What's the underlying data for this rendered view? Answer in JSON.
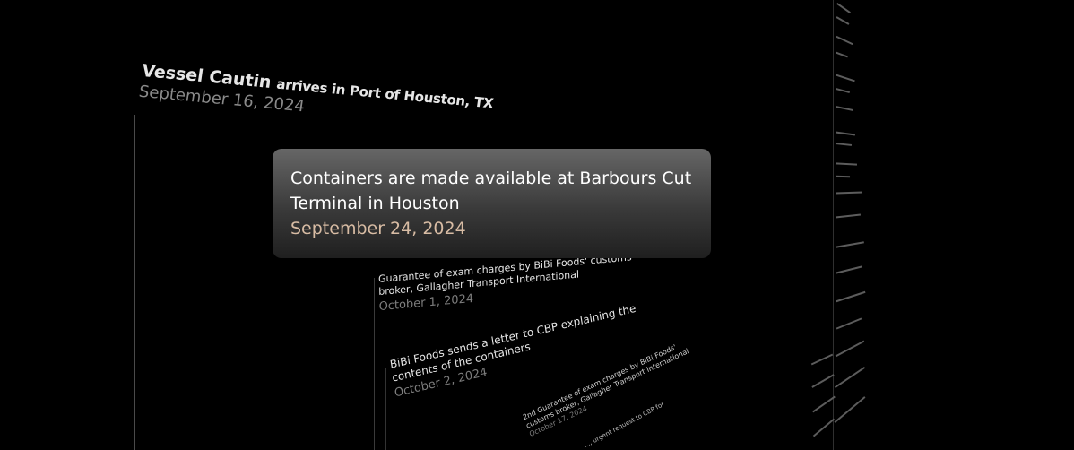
{
  "timeline": {
    "events": [
      {
        "title_a": "Vessel Cautin",
        "title_b": "arrives in Port of Houston, TX",
        "date": "September 16, 2024"
      },
      {
        "title_line1": "Guarantee of exam charges by BiBi Foods' customs",
        "title_line2": "broker, Gallagher Transport International",
        "date": "October 1, 2024"
      },
      {
        "title_line1": "BiBi Foods sends a letter to CBP explaining the",
        "title_line2": "contents of the containers",
        "date": "October 2, 2024"
      },
      {
        "title_line1": "2nd Guarantee of exam charges by BiBi Foods'",
        "title_line2": "customs broker, Gallagher Transport International",
        "date": "October 17, 2024"
      },
      {
        "title_line1": "..., urgent request to CBP for"
      }
    ]
  },
  "tooltip": {
    "title": "Containers are made available at Barbours Cut Terminal in Houston",
    "date": "September 24, 2024"
  }
}
